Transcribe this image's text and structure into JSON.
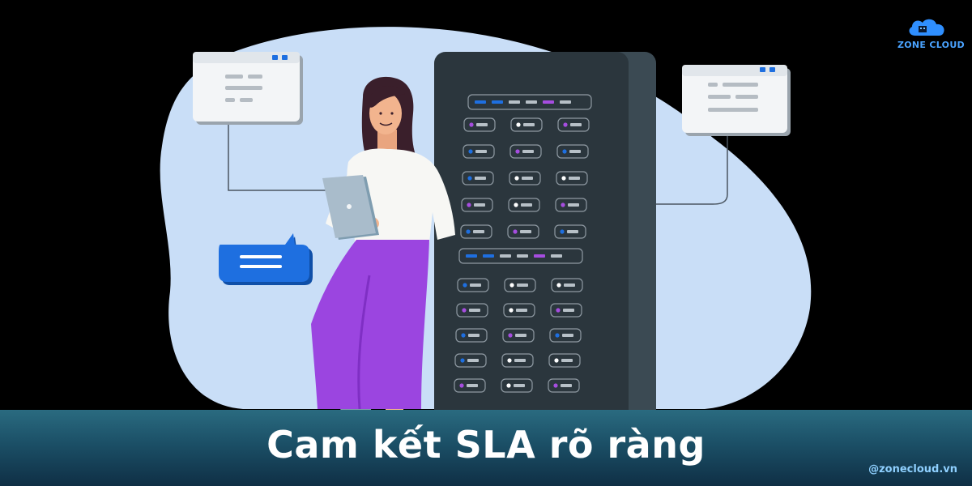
{
  "brand": {
    "logo_text": "ZONE CLOUD",
    "handle": "@zonecloud.vn"
  },
  "caption": {
    "title": "Cam kết SLA rõ ràng"
  },
  "colors": {
    "blob": "#c9def7",
    "rack": "#2e3a42",
    "accent_blue": "#1e6fe0",
    "accent_purple": "#a64de0",
    "skirt": "#9b45e0"
  },
  "icons": [
    "cloud-logo-icon",
    "chat-bubble-icon",
    "tablet-icon"
  ]
}
